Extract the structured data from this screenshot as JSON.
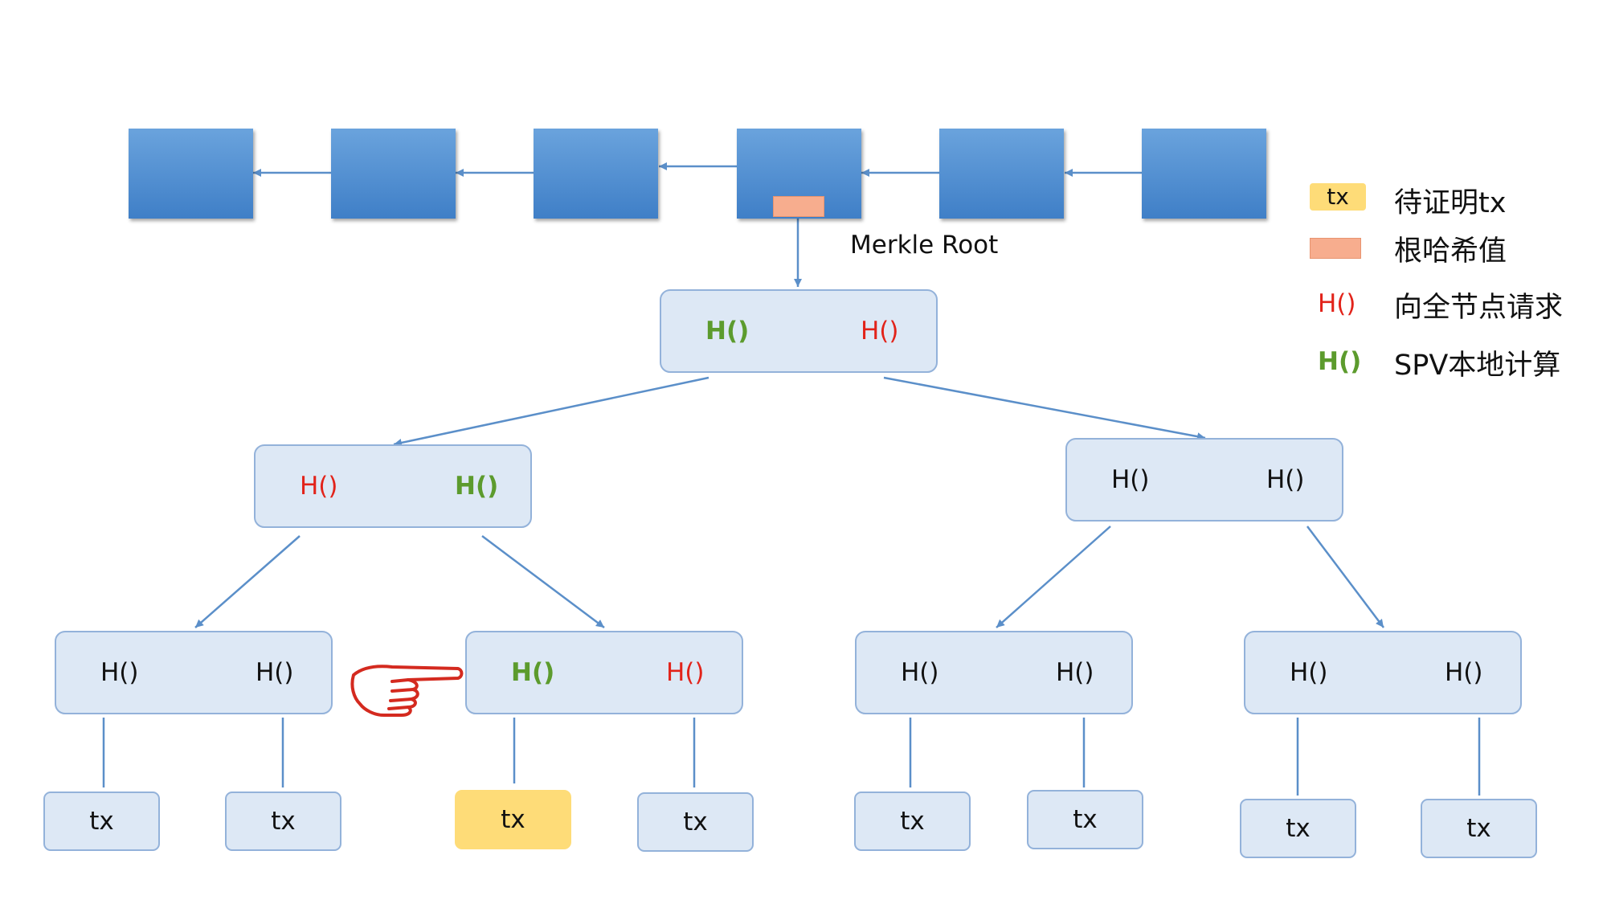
{
  "diagram": {
    "merkle_root_caption": "Merkle Root",
    "hash_label": "H()",
    "tx_label": "tx",
    "chain_blocks": 6,
    "colors": {
      "hash_default": "#111111",
      "hash_request": "#e2231a",
      "hash_local": "#5c9b2d",
      "target_tx": "#fedc78",
      "root_hash": "#f7ad8e",
      "block": "#4a8ad0",
      "node_fill": "#dde8f5"
    }
  },
  "legend": {
    "items": [
      {
        "swatch": "tx",
        "text": "待证明tx",
        "swatch_type": "target-tx"
      },
      {
        "swatch": "",
        "text": "根哈希值",
        "swatch_type": "root-hash"
      },
      {
        "swatch": "H()",
        "text": "向全节点请求",
        "swatch_type": "hash-request"
      },
      {
        "swatch": "H()",
        "text": "SPV本地计算",
        "swatch_type": "hash-local"
      }
    ]
  },
  "pointer": {
    "icon": "pointing-hand-icon"
  }
}
